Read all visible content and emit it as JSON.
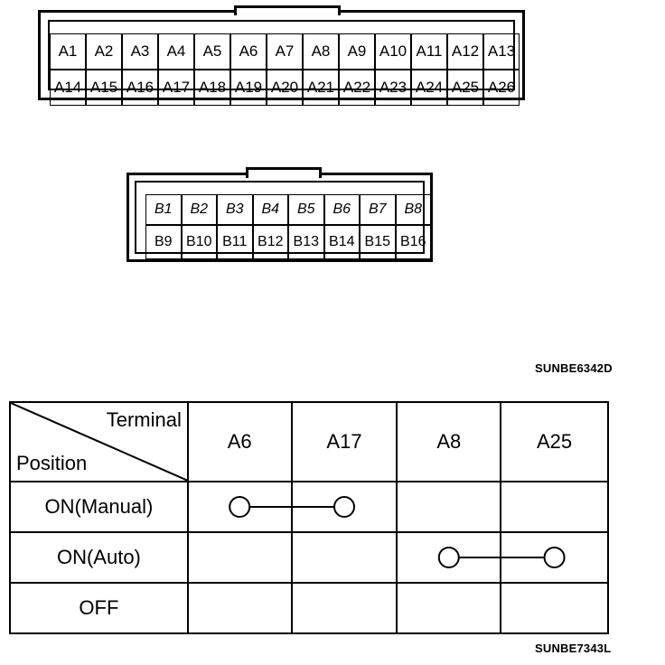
{
  "connector_a": {
    "row1": [
      "A1",
      "A2",
      "A3",
      "A4",
      "A5",
      "A6",
      "A7",
      "A8",
      "A9",
      "A10",
      "A11",
      "A12",
      "A13"
    ],
    "row2": [
      "A14",
      "A15",
      "A16",
      "A17",
      "A18",
      "A19",
      "A20",
      "A21",
      "A22",
      "A23",
      "A24",
      "A25",
      "A26"
    ]
  },
  "connector_b": {
    "row1": [
      "B1",
      "B2",
      "B3",
      "B4",
      "B5",
      "B6",
      "B7",
      "B8"
    ],
    "row2": [
      "B9",
      "B10",
      "B11",
      "B12",
      "B13",
      "B14",
      "B15",
      "B16"
    ]
  },
  "code_top": "SUNBE6342D",
  "code_bottom": "SUNBE7343L",
  "table": {
    "terminal_label": "Terminal",
    "position_label": "Position",
    "columns": [
      "A6",
      "A17",
      "A8",
      "A25"
    ],
    "rows": [
      {
        "label": "ON(Manual)",
        "connected": [
          "A6",
          "A17"
        ]
      },
      {
        "label": "ON(Auto)",
        "connected": [
          "A8",
          "A25"
        ]
      },
      {
        "label": "OFF",
        "connected": []
      }
    ]
  }
}
